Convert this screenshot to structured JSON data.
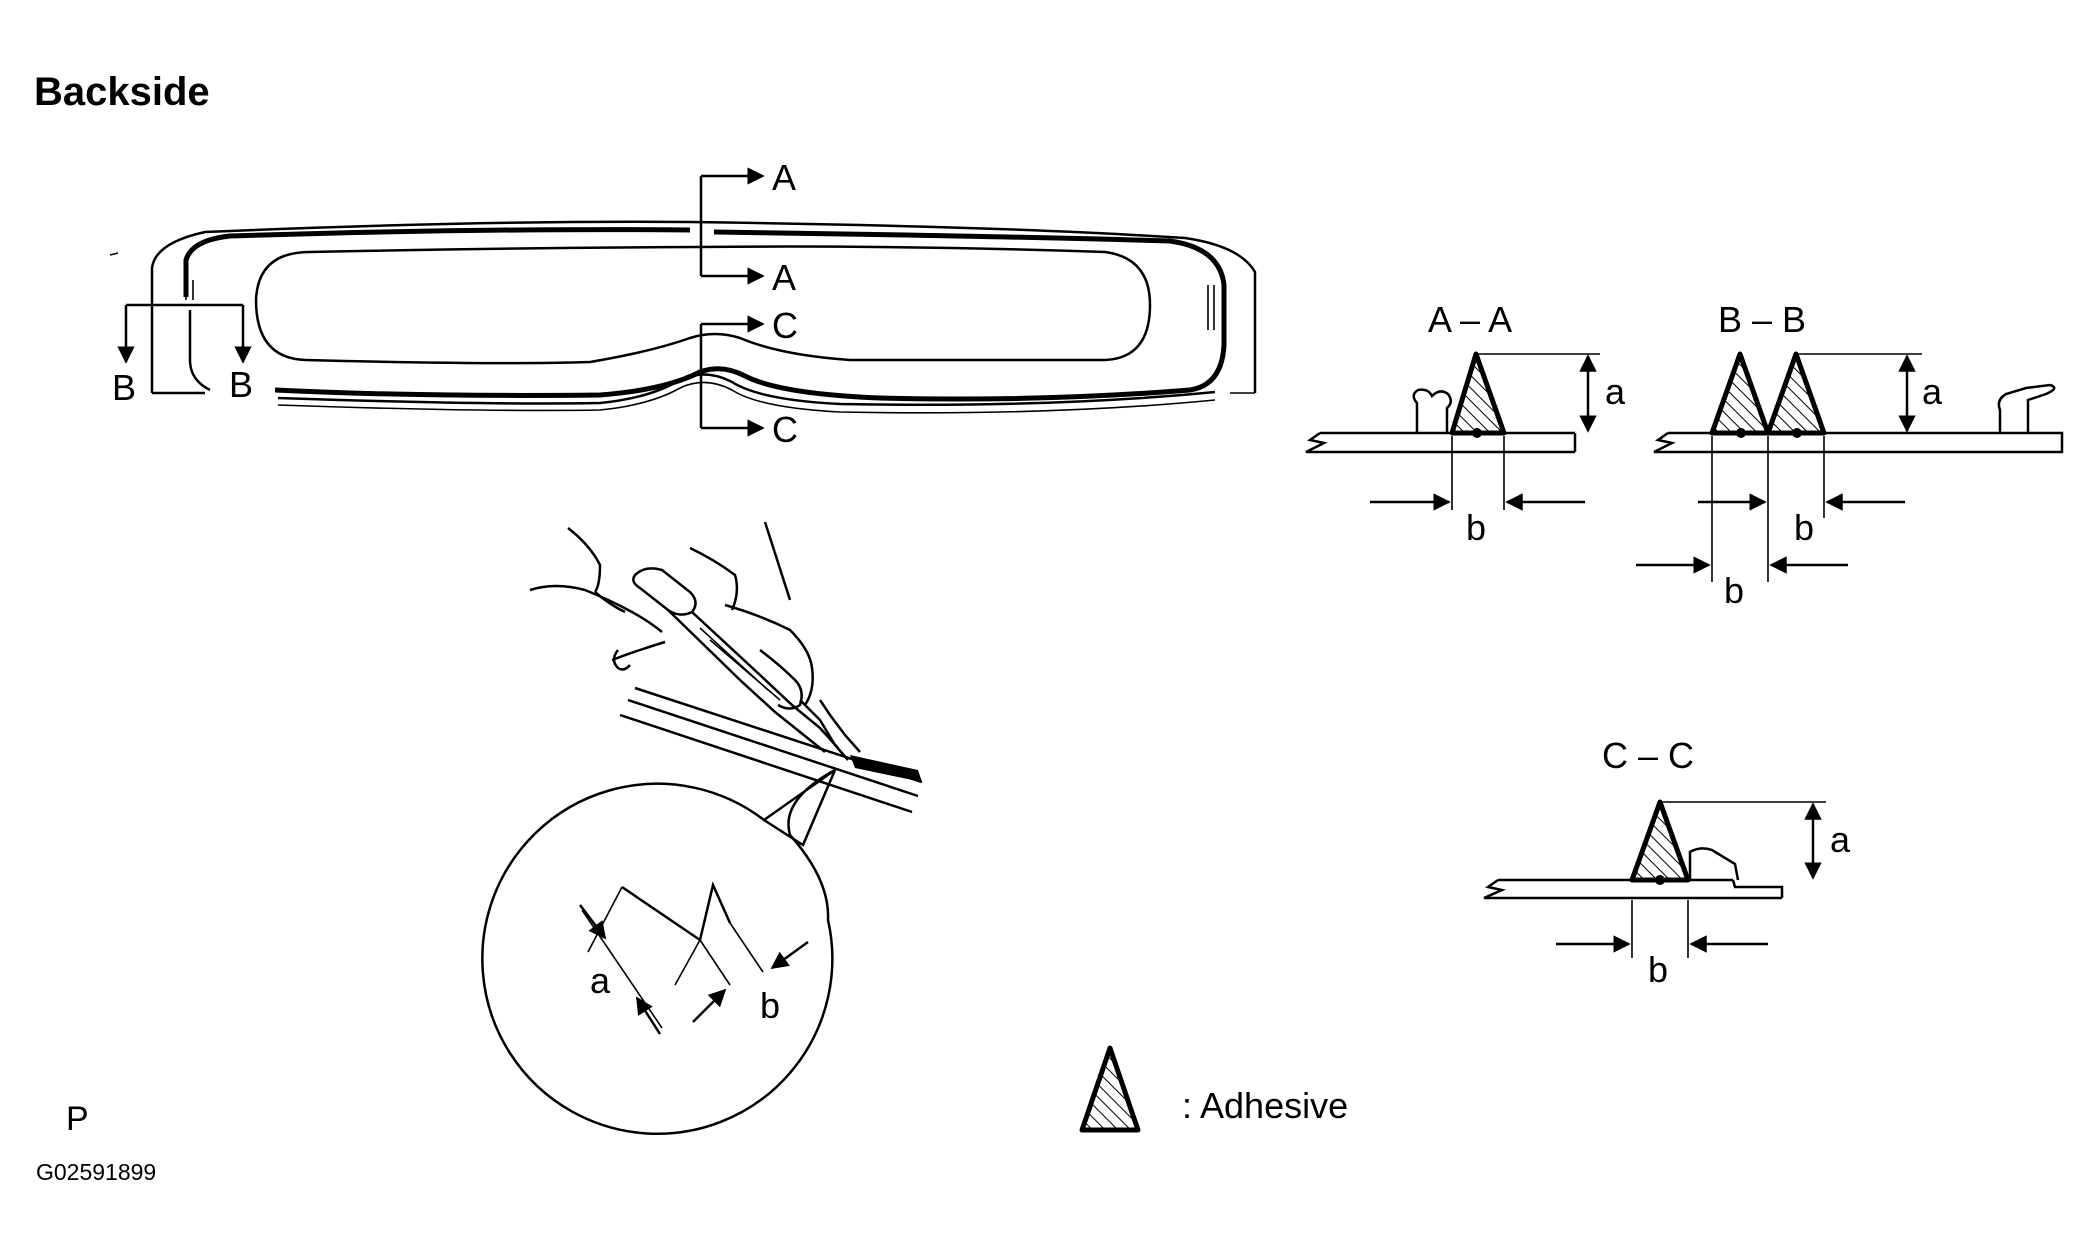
{
  "title": "Backside",
  "section_labels": {
    "a1": "A",
    "a2": "A",
    "b1": "B",
    "b2": "B",
    "c1": "C",
    "c2": "C"
  },
  "sections": {
    "aa": "A – A",
    "bb": "B – B",
    "cc": "C – C"
  },
  "dims": {
    "a": "a",
    "b": "b"
  },
  "legend_text": ": Adhesive",
  "corner_letter": "P",
  "figure_code": "G02591899"
}
